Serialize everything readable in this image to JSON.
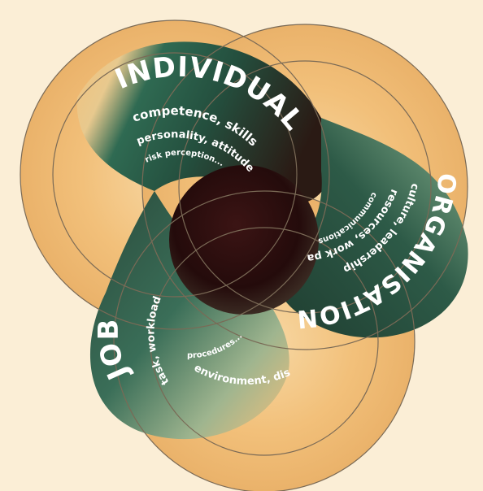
{
  "diagram": {
    "individual": {
      "title": "INDIVIDUAL",
      "line1": "competence, skills",
      "line2": "personality, attitudes",
      "line3": "risk perception..."
    },
    "organisation": {
      "title": "ORGANISATION",
      "line1": "culture, leadership",
      "line2": "resources, work patterns",
      "line3": "communications..."
    },
    "job": {
      "title": "JOB",
      "line1": "task, workload",
      "line2": "environment, display & controls",
      "line3": "procedures..."
    },
    "colors": {
      "background": "#fbeed6",
      "outer_band": "#f2c07a",
      "green_band": "#2e5d4a",
      "dark_center": "#2a0e0e",
      "ring_lines": "#7a6a56"
    }
  }
}
